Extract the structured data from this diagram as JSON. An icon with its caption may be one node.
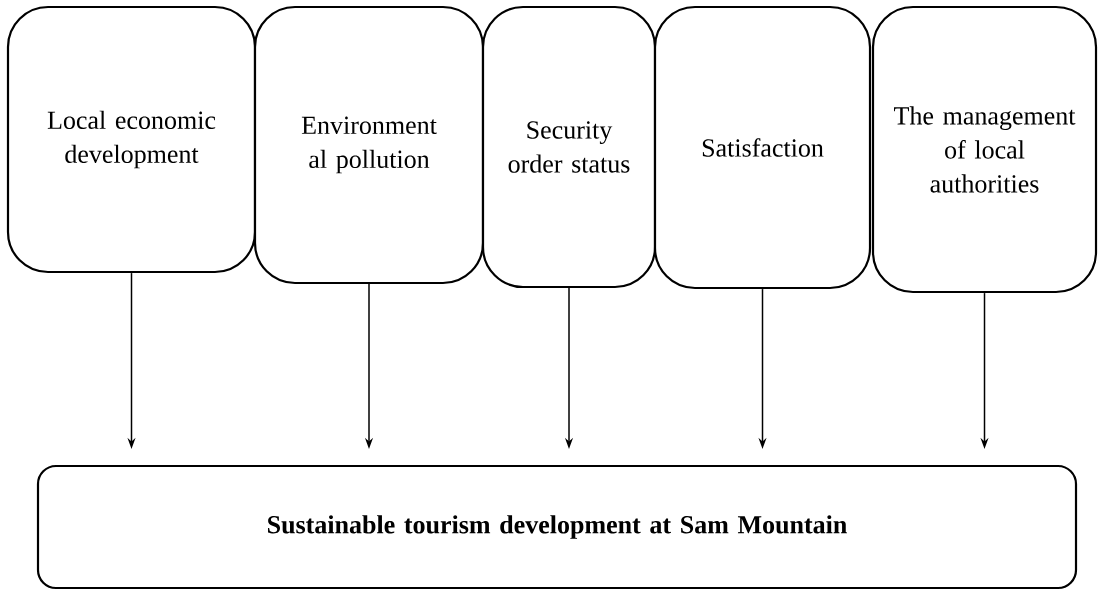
{
  "diagram": {
    "nodes": [
      {
        "text": [
          "Local economic development"
        ]
      },
      {
        "text": [
          "Environment al pollution"
        ]
      },
      {
        "text": [
          "Security order status"
        ]
      },
      {
        "text": [
          "Satisfaction"
        ]
      },
      {
        "text": [
          "The management of local authorities"
        ]
      },
      {
        "text": [
          "Sustainable tourism development at Sam Mountain"
        ]
      }
    ],
    "edges": [
      {
        "from": 0,
        "to": 5,
        "arrow": "to"
      },
      {
        "from": 1,
        "to": 5,
        "arrow": "to"
      },
      {
        "from": 2,
        "to": 5,
        "arrow": "to"
      },
      {
        "from": 3,
        "to": 5,
        "arrow": "to"
      },
      {
        "from": 4,
        "to": 5,
        "arrow": "to"
      }
    ]
  }
}
